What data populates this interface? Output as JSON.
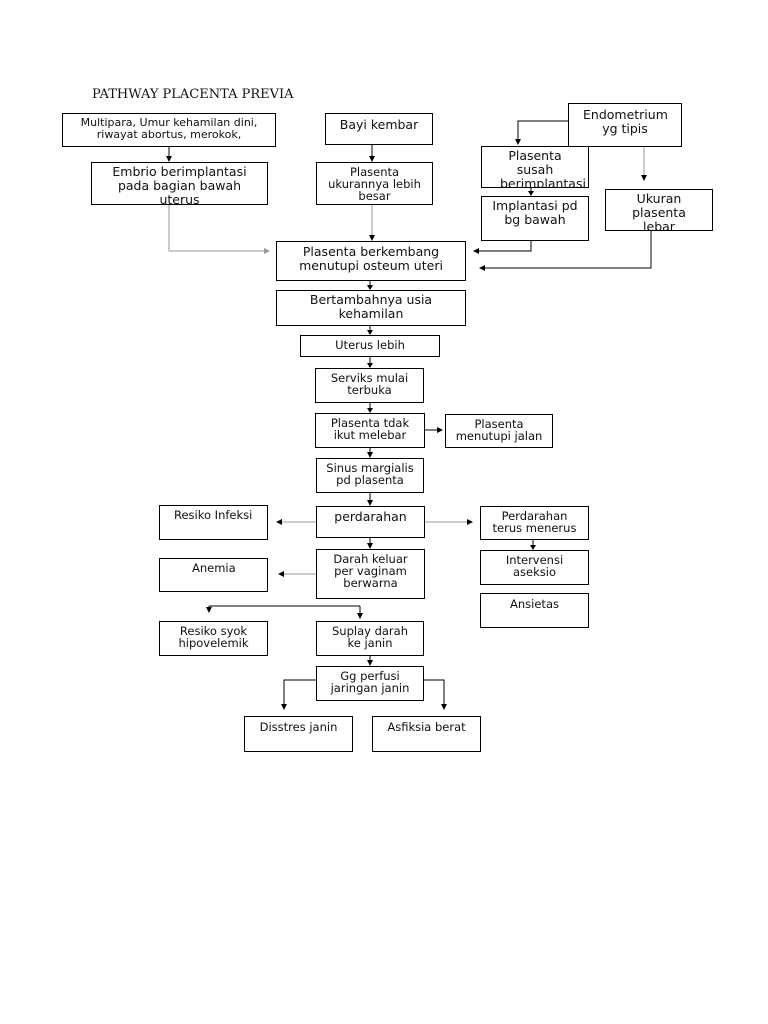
{
  "title": "PATHWAY PLACENTA PREVIA",
  "nodes": {
    "multipara": "Multipara, Umur kehamilan dini, riwayat abortus, merokok,",
    "embrio": "Embrio berimplantasi pada bagian bawah uterus",
    "bayi_kembar": "Bayi kembar",
    "plasenta_besar": "Plasenta ukurannya lebih besar",
    "endometrium": "Endometrium yg tipis",
    "plasenta_susah": "Plasenta susah berimplantasi",
    "implantasi": "Implantasi pd bg bawah",
    "ukuran_plasenta": "Ukuran plasenta lebar",
    "plasenta_berkembang": "Plasenta berkembang menutupi osteum uteri",
    "usia_kehamilan": "Bertambahnya usia kehamilan",
    "uterus": "Uterus lebih",
    "serviks": "Serviks mulai terbuka",
    "plasenta_tdak": "Plasenta tdak ikut melebar",
    "plasenta_menutupi": "Plasenta menutupi jalan",
    "sinus": "Sinus margialis pd plasenta",
    "resiko_infeksi": "Resiko Infeksi",
    "perdarahan": "perdarahan",
    "perdarahan_terus": "Perdarahan terus menerus",
    "anemia": "Anemia",
    "darah_keluar": "Darah keluar per vaginam berwarna",
    "intervensi": "Intervensi aseksio",
    "ansietas": "Ansietas",
    "resiko_syok": "Resiko syok hipovelemik",
    "suplay": "Suplay darah ke janin",
    "gg_perfusi": "Gg perfusi jaringan janin",
    "disstres": "Disstres janin",
    "asfiksia": "Asfiksia berat"
  },
  "colors": {
    "line": "#000000",
    "faint_line": "#9a9a9a",
    "box_border": "#000000"
  }
}
